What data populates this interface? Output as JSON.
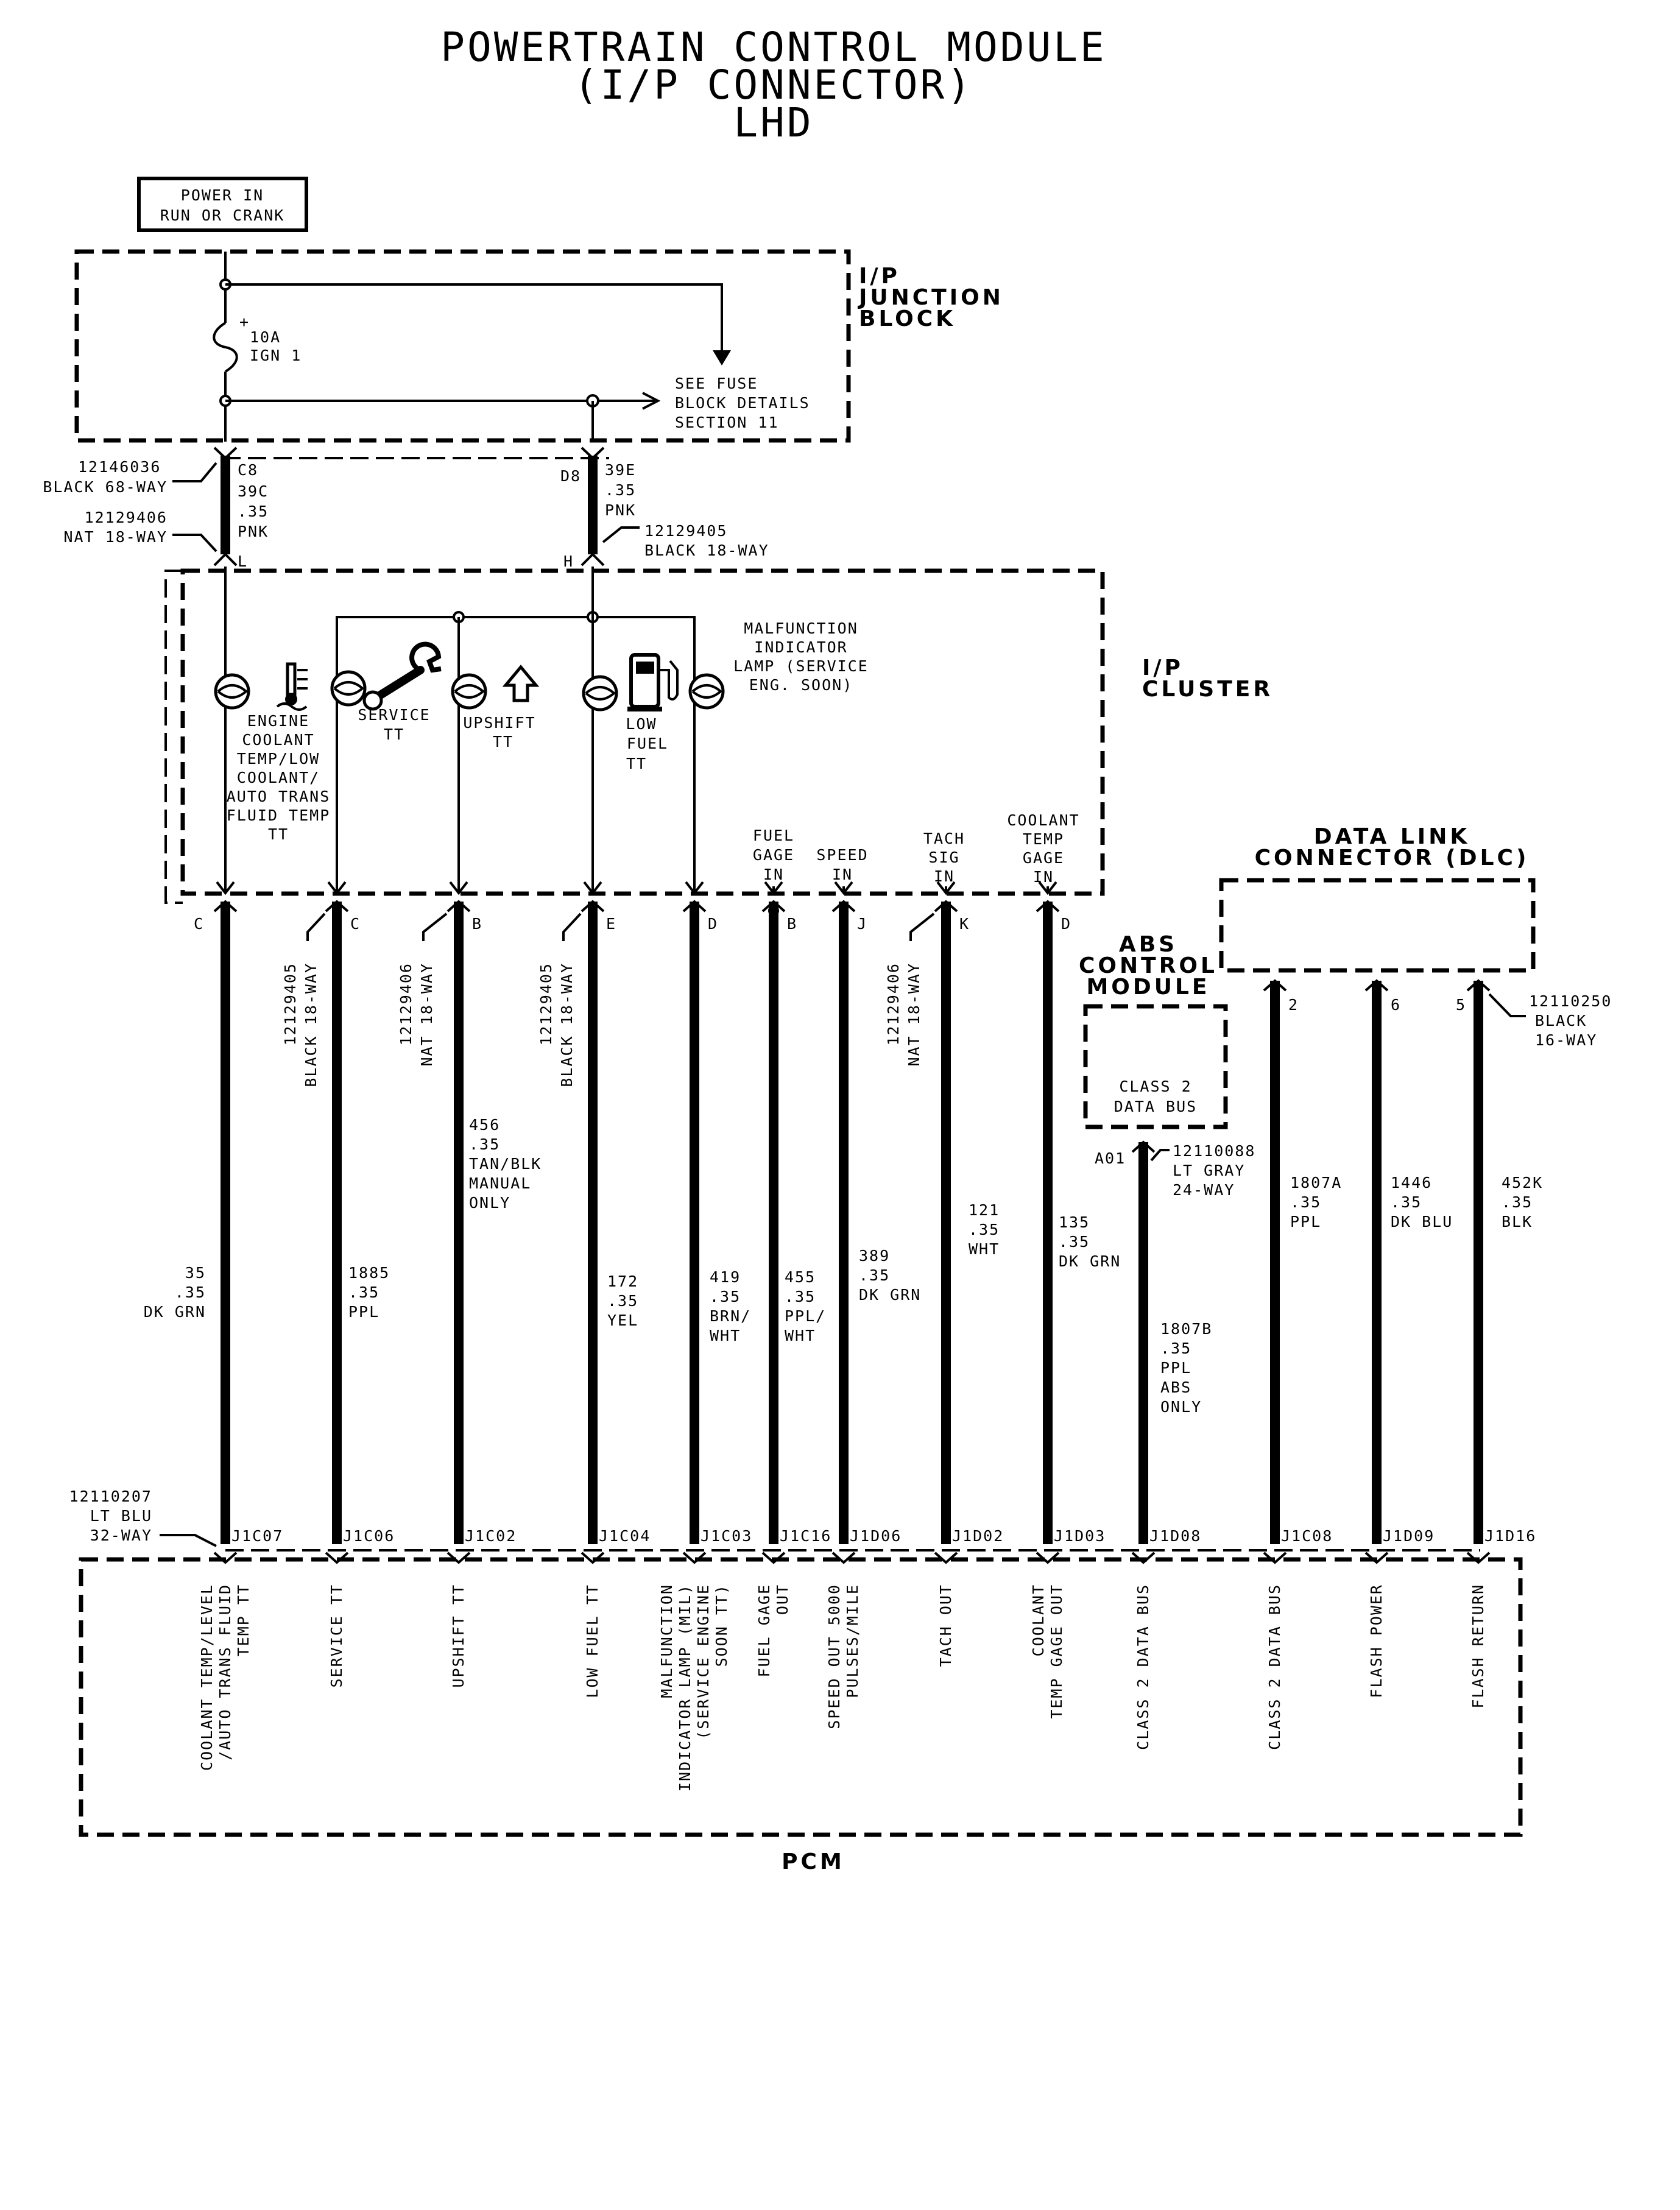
{
  "title": {
    "line1": "POWERTRAIN CONTROL MODULE",
    "line2": "(I/P CONNECTOR)",
    "line3": "LHD"
  },
  "power_in": {
    "line1": "POWER IN",
    "line2": "RUN OR CRANK"
  },
  "junction_block": {
    "label_line1": "I/P",
    "label_line2": "JUNCTION",
    "label_line3": "BLOCK",
    "fuse_rating": "10A",
    "fuse_name": "IGN 1",
    "fuse_polarity": "+",
    "see_line1": "SEE FUSE",
    "see_line2": "BLOCK DETAILS",
    "see_line3": "SECTION 11"
  },
  "upper_connectors": {
    "left_part": "12146036",
    "left_desc": "BLACK 68-WAY",
    "left_pin": "C8",
    "left_circuit": "39C",
    "left_size": ".35",
    "left_color": "PNK",
    "left_cluster_part": "12129406",
    "left_cluster_desc": "NAT 18-WAY",
    "left_cluster_pin": "L",
    "right_pin": "D8",
    "right_circuit": "39E",
    "right_size": ".35",
    "right_color": "PNK",
    "right_cluster_part": "12129405",
    "right_cluster_desc": "BLACK 18-WAY",
    "right_cluster_pin": "H"
  },
  "cluster": {
    "label_line1": "I/P",
    "label_line2": "CLUSTER",
    "coolant_lines": [
      "ENGINE",
      "COOLANT",
      "TEMP/LOW",
      "COOLANT/",
      "AUTO TRANS",
      "FLUID TEMP",
      "TT"
    ],
    "service_lines": [
      "SERVICE",
      "TT"
    ],
    "upshift_lines": [
      "UPSHIFT",
      "TT"
    ],
    "lowfuel_lines": [
      "LOW",
      "FUEL",
      "TT"
    ],
    "mil_lines": [
      "MALFUNCTION",
      "INDICATOR",
      "LAMP (SERVICE",
      "ENG.  SOON)"
    ],
    "fuelgage_lines": [
      "FUEL",
      "GAGE",
      "IN"
    ],
    "speed_lines": [
      "SPEED",
      "IN"
    ],
    "tach_lines": [
      "TACH",
      "SIG",
      "IN"
    ],
    "coolgage_lines": [
      "COOLANT",
      "TEMP",
      "GAGE",
      "IN"
    ],
    "icons": [
      "thermometer-icon",
      "wrench-icon",
      "upshift-arrow-icon",
      "fuel-pump-icon",
      "engine-icon"
    ]
  },
  "cluster_pins": [
    "C",
    "C",
    "B",
    "E",
    "D",
    "B",
    "J",
    "K",
    "D"
  ],
  "cluster_connector_labels": {
    "a_part": "12129405",
    "a_desc": "BLACK 18-WAY",
    "b_part": "12129406",
    "b_desc": "NAT 18-WAY",
    "c_part": "12129405",
    "c_desc": "BLACK 18-WAY",
    "d_part": "12129406",
    "d_desc": "NAT 18-WAY"
  },
  "wire_labels": {
    "w35": [
      "35",
      ".35",
      "DK GRN"
    ],
    "w1885": [
      "1885",
      ".35",
      "PPL"
    ],
    "w456": [
      "456",
      ".35",
      "TAN/BLK",
      "MANUAL",
      "ONLY"
    ],
    "w172": [
      "172",
      ".35",
      "YEL"
    ],
    "w419": [
      "419",
      ".35",
      "BRN/",
      "WHT"
    ],
    "w455": [
      "455",
      ".35",
      "PPL/",
      "WHT"
    ],
    "w389": [
      "389",
      ".35",
      "DK GRN"
    ],
    "w121": [
      "121",
      ".35",
      "WHT"
    ],
    "w135": [
      "135",
      ".35",
      "DK GRN"
    ],
    "w1807b": [
      "1807B",
      ".35",
      "PPL",
      "ABS",
      "ONLY"
    ],
    "w1807a": [
      "1807A",
      ".35",
      "PPL"
    ],
    "w1446": [
      "1446",
      ".35",
      "DK BLU"
    ],
    "w452k": [
      "452K",
      ".35",
      "BLK"
    ]
  },
  "abs": {
    "label_line1": "ABS",
    "label_line2": "CONTROL",
    "label_line3": "MODULE",
    "inner_line1": "CLASS 2",
    "inner_line2": "DATA BUS",
    "pin": "A01",
    "part": "12110088",
    "desc": "LT GRAY",
    "desc2": "24-WAY"
  },
  "dlc": {
    "label_line1": "DATA LINK",
    "label_line2": "CONNECTOR (DLC)",
    "pins": [
      "2",
      "6",
      "5"
    ],
    "part": "12110250",
    "desc": "BLACK",
    "desc2": "16-WAY"
  },
  "pcm": {
    "label": "PCM",
    "connector_part": "12110207",
    "connector_desc": "LT BLU",
    "connector_desc2": "32-WAY",
    "pins": [
      "J1C07",
      "J1C06",
      "J1C02",
      "J1C04",
      "J1C03",
      "J1C16",
      "J1D06",
      "J1D02",
      "J1D03",
      "J1D08",
      "J1C08",
      "J1D09",
      "J1D16"
    ],
    "functions": [
      [
        "COOLANT TEMP/LEVEL",
        "/AUTO TRANS FLUID",
        "TEMP TT"
      ],
      [
        "SERVICE TT"
      ],
      [
        "UPSHIFT TT"
      ],
      [
        "LOW FUEL TT"
      ],
      [
        "MALFUNCTION",
        "INDICATOR LAMP (MIL)",
        "(SERVICE ENGINE",
        "SOON TT)"
      ],
      [
        "FUEL GAGE",
        "OUT"
      ],
      [
        "SPEED OUT 5000",
        "PULSES/MILE"
      ],
      [
        "TACH OUT"
      ],
      [
        "COOLANT",
        "TEMP GAGE OUT"
      ],
      [
        "CLASS 2 DATA BUS"
      ],
      [
        "CLASS 2 DATA BUS"
      ],
      [
        "FLASH POWER"
      ],
      [
        "FLASH RETURN"
      ]
    ]
  }
}
